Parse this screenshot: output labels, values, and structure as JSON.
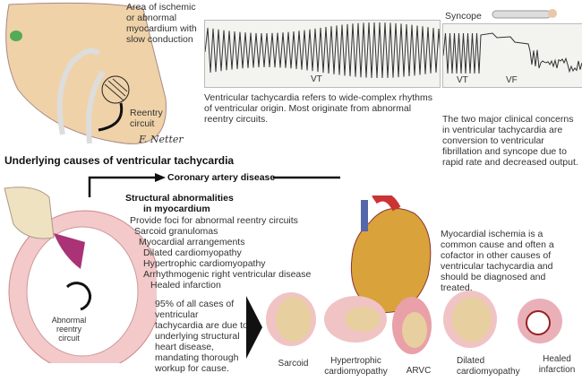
{
  "top_heart": {
    "area_label": "Area of ischemic or abnormal myocardium with slow conduction",
    "reentry_label": "Reentry circuit",
    "signature": "F. Netter"
  },
  "ecg_vt": {
    "label": "VT",
    "caption": "Ventricular tachycardia refers to wide-complex rhythms of ventricular origin. Most originate from abnormal reentry circuits."
  },
  "ecg_vf": {
    "syncope": "Syncope",
    "label_vt": "VT",
    "label_vf": "VF",
    "caption": "The two major clinical concerns in ventricular tachycardia are conversion to ventricular fibrillation and syncope due to rapid rate and decreased output."
  },
  "section_title": "Underlying causes of ventricular tachycardia",
  "coronary": "Coronary artery disease",
  "structural": {
    "title_1": "Structural abnormalities",
    "title_2": "in myocardium",
    "items": [
      "Provide foci for abnormal reentry circuits",
      "Sarcoid granulomas",
      "Myocardial arrangements",
      "Dilated cardiomyopathy",
      "Hypertrophic cardiomyopathy",
      "Arrhythmogenic right ventricular disease",
      "Healed infarction"
    ]
  },
  "reentry_label": "Abnormal reentry circuit",
  "ischemia_caption": "Myocardial ischemia is a common cause and often a cofactor in other causes of ventricular tachycardia and should be diagnosed and treated.",
  "percent_note": "95% of all cases of ventricular tachycardia are due to underlying structural heart disease, mandating thorough workup for cause.",
  "hearts": [
    "Sarcoid",
    "Hypertrophic cardiomyopathy",
    "ARVC",
    "Dilated cardiomyopathy",
    "Healed infarction"
  ]
}
